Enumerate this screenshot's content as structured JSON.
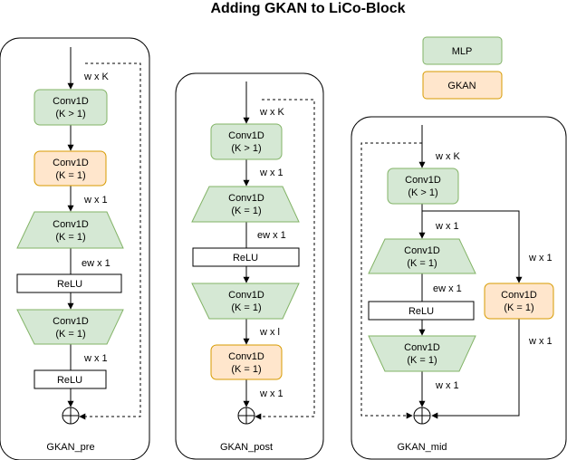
{
  "title": "Adding GKAN to LiCo-Block",
  "legend": {
    "mlp": "MLP",
    "gkan": "GKAN"
  },
  "colors": {
    "green_fill": "#d5e8d4",
    "green_stroke": "#82b366",
    "orange_fill": "#ffe6cc",
    "orange_stroke": "#d79b00",
    "white_fill": "#ffffff",
    "stroke": "#000000"
  },
  "blocks": {
    "pre": {
      "name": "GKAN_pre",
      "conv1": [
        "Conv1D",
        "(K > 1)"
      ],
      "gkan": [
        "Conv1D",
        "(K = 1)"
      ],
      "trap1": [
        "Conv1D",
        "(K = 1)"
      ],
      "relu1": "ReLU",
      "trap2": [
        "Conv1D",
        "(K = 1)"
      ],
      "relu2": "ReLU",
      "edge_labels": [
        "w x K",
        "w x 1",
        "ew x 1",
        "w x 1"
      ]
    },
    "post": {
      "name": "GKAN_post",
      "conv1": [
        "Conv1D",
        "(K > 1)"
      ],
      "trap1": [
        "Conv1D",
        "(K = 1)"
      ],
      "relu1": "ReLU",
      "trap2": [
        "Conv1D",
        "(K = 1)"
      ],
      "gkan": [
        "Conv1D",
        "(K = 1)"
      ],
      "edge_labels": [
        "w x K",
        "w x 1",
        "ew x 1",
        "w x l",
        "w x 1"
      ]
    },
    "mid": {
      "name": "GKAN_mid",
      "conv1": [
        "Conv1D",
        "(K > 1)"
      ],
      "trap1": [
        "Conv1D",
        "(K = 1)"
      ],
      "relu1": "ReLU",
      "trap2": [
        "Conv1D",
        "(K = 1)"
      ],
      "gkan": [
        "Conv1D",
        "(K = 1)"
      ],
      "edge_labels": [
        "w x K",
        "w x 1",
        "ew x 1",
        "w x 1",
        "w x 1",
        "w x 1"
      ]
    }
  }
}
